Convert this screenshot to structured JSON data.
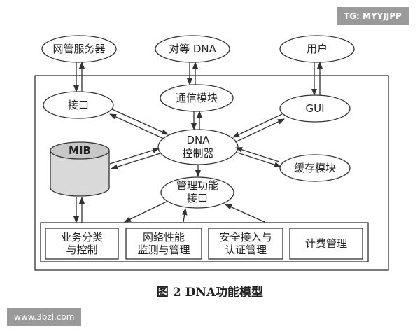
{
  "nodes": {
    "network_mgmt_server": "网管服务器",
    "peer_dna": "对等 DNA",
    "user": "用户",
    "interface": "接口",
    "comm_module": "通信模块",
    "gui": "GUI",
    "mib": "MIB",
    "dna_controller_line1": "DNA",
    "dna_controller_line2": "控制器",
    "cache_module": "缓存模块",
    "mgmt_function_line1": "管理功能",
    "mgmt_function_line2": "接口",
    "service_line1": "业务分类",
    "service_line2": "与控制",
    "monitor_line1": "网络性能",
    "monitor_line2": "监测与管理",
    "security_line1": "安全接入与",
    "security_line2": "认证管理",
    "billing": "计费管理"
  },
  "caption": "图 2   DNA功能模型",
  "watermarks": {
    "top_right": "TG: MYYJJPP",
    "bottom_left": "www.3bzl.com"
  }
}
